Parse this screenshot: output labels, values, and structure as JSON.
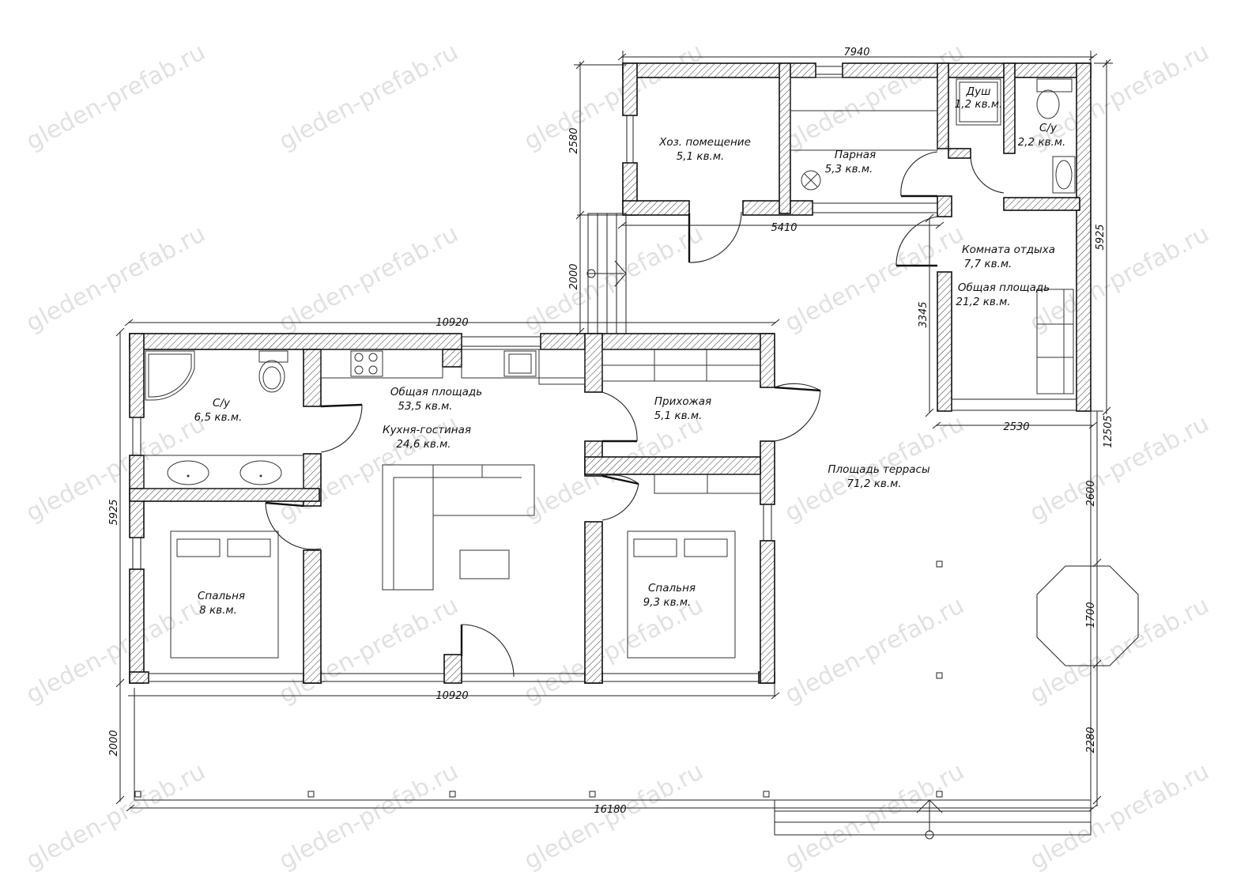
{
  "watermark": "gleden-prefab.ru",
  "rooms": {
    "hoz": {
      "name": "Хоз. помещение",
      "area": "5,1 кв.м."
    },
    "parnaya": {
      "name": "Парная",
      "area": "5,3 кв.м."
    },
    "dush": {
      "name": "Душ",
      "area": "1,2 кв.м."
    },
    "su_small": {
      "name": "С/у",
      "area": "2,2 кв.м."
    },
    "otdyh": {
      "name": "Комната отдыха",
      "area": "7,7 кв.м."
    },
    "banya_total": {
      "name": "Общая площадь",
      "area": "21,2 кв.м."
    },
    "su_big": {
      "name": "С/у",
      "area": "6,5 кв.м."
    },
    "house_total": {
      "name": "Общая площадь",
      "area": "53,5 кв.м."
    },
    "kitchen": {
      "name": "Кухня-гостиная",
      "area": "24,6 кв.м."
    },
    "hall": {
      "name": "Прихожая",
      "area": "5,1 кв.м."
    },
    "bed_left": {
      "name": "Спальня",
      "area": "8 кв.м."
    },
    "bed_right": {
      "name": "Спальня",
      "area": "9,3 кв.м."
    },
    "terrace": {
      "name": "Площадь террасы",
      "area": "71,2 кв.м."
    }
  },
  "dimensions": {
    "banya_width": "7940",
    "banya_inner": "5410",
    "banya_height": "2580",
    "passage": "2000",
    "house_top": "10920",
    "house_bottom": "10920",
    "house_height": "5925",
    "right_total": "5925",
    "otdyh_height": "3345",
    "otdyh_width": "2530",
    "right_full": "12505",
    "terrace_2600": "2600",
    "terrace_1700": "1700",
    "terrace_2280": "2280",
    "front_2000": "2000",
    "overall": "16180"
  }
}
